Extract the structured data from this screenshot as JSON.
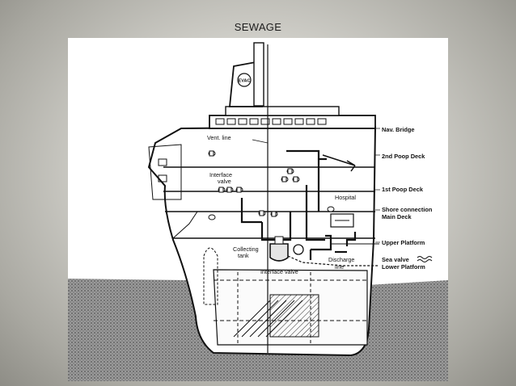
{
  "slide": {
    "title": "SEWAGE"
  },
  "diagram": {
    "funnel_mark": "EVAC",
    "decks": {
      "nav_bridge": "Nav. Bridge",
      "poop_deck_2": "2nd Poop Deck",
      "poop_deck_1": "1st Poop Deck",
      "shore_connection": "Shore connection",
      "main_deck": "Main Deck",
      "upper_platform": "Upper Platform",
      "sea_valve": "Sea valve",
      "lower_platform": "Lower Platform"
    },
    "components": {
      "vent_line": "Vent. line",
      "interface_valve_upper_1": "Interface",
      "interface_valve_upper_2": "valve",
      "hospital": "Hospital",
      "collecting_tank_1": "Collecting",
      "collecting_tank_2": "tank",
      "discharge_line_1": "Discharge",
      "discharge_line_2": "line",
      "interface_valve_lower": "Interface valve"
    },
    "colors": {
      "line": "#111111",
      "sea": "#7a7a7a",
      "paper": "#ffffff"
    }
  }
}
